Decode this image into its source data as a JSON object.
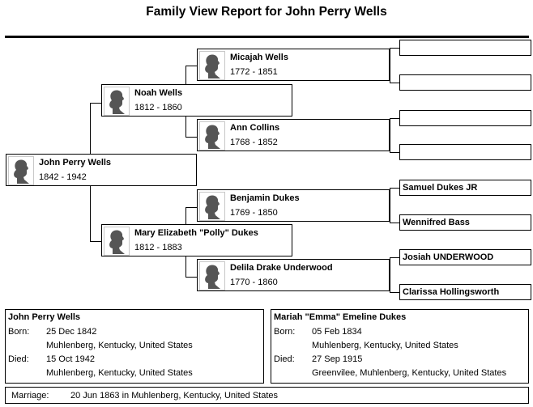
{
  "report": {
    "title": "Family View Report for John Perry Wells"
  },
  "people": {
    "root": {
      "name": "John Perry Wells",
      "dates": "1842 - 1942"
    },
    "father": {
      "name": "Noah Wells",
      "dates": "1812 - 1860"
    },
    "mother": {
      "name": "Mary Elizabeth \"Polly\" Dukes",
      "dates": "1812 - 1883"
    },
    "pgf": {
      "name": "Micajah Wells",
      "dates": "1772 - 1851"
    },
    "pgm": {
      "name": "Ann Collins",
      "dates": "1768 - 1852"
    },
    "mgf": {
      "name": "Benjamin Dukes",
      "dates": "1769 - 1850"
    },
    "mgm": {
      "name": "Delila Drake Underwood",
      "dates": "1770 - 1860"
    }
  },
  "great_grandparents": [
    "",
    "",
    "",
    "",
    "Samuel Dukes JR",
    "Wennifred Bass",
    "Josiah UNDERWOOD",
    "Clarissa Hollingsworth"
  ],
  "details": {
    "person": {
      "name": "John Perry Wells",
      "born_label": "Born:",
      "born_date": "25 Dec 1842",
      "born_place": "Muhlenberg, Kentucky, United States",
      "died_label": "Died:",
      "died_date": "15 Oct 1942",
      "died_place": "Muhlenberg, Kentucky, United States"
    },
    "spouse": {
      "name": "Mariah \"Emma\" Emeline Dukes",
      "born_label": "Born:",
      "born_date": "05 Feb 1834",
      "born_place": "Muhlenberg, Kentucky, United States",
      "died_label": "Died:",
      "died_date": "27 Sep 1915",
      "died_place": "Greenvilee, Muhlenberg, Kentucky, United States"
    },
    "marriage": {
      "label": "Marriage:",
      "value": "20 Jun 1863 in Muhlenberg, Kentucky, United States"
    }
  }
}
